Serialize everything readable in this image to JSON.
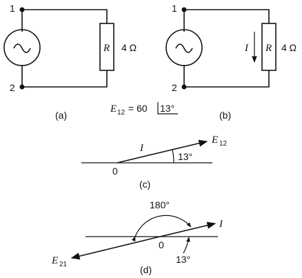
{
  "figure": {
    "panel_a": {
      "caption": "(a)",
      "terminal_top": "1",
      "terminal_bottom": "2",
      "resistor_symbol": "R",
      "resistor_value": "4 Ω"
    },
    "panel_b": {
      "caption": "(b)",
      "terminal_top": "1",
      "terminal_bottom": "2",
      "resistor_symbol": "R",
      "resistor_value": "4 Ω",
      "current_label": "I"
    },
    "source_equation": {
      "symbol": "E",
      "subscript": "12",
      "equals": "= 60",
      "angle": "13°"
    },
    "panel_c": {
      "caption": "(c)",
      "origin_label": "0",
      "current_label": "I",
      "phasor_symbol": "E",
      "phasor_subscript": "12",
      "angle_label": "13°"
    },
    "panel_d": {
      "caption": "(d)",
      "origin_label": "0",
      "current_label": "I",
      "phasor_symbol": "E",
      "phasor_subscript": "21",
      "angle_top_label": "180°",
      "angle_bottom_label": "13°"
    }
  }
}
